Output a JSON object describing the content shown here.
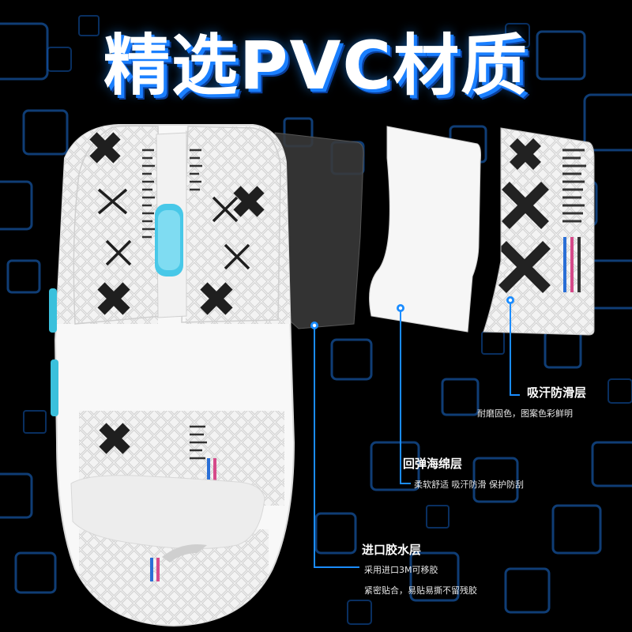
{
  "header": {
    "title": "精选PVC材质"
  },
  "layers": {
    "anti_sweat": {
      "title": "吸汗防滑层",
      "desc": "耐磨固色，图案色彩鲜明"
    },
    "sponge": {
      "title": "回弹海绵层",
      "desc": "柔软舒适 吸汗防滑 保护防刮"
    },
    "glue": {
      "title": "进口胶水层",
      "desc_line1": "采用进口3M可移胶",
      "desc_line2": "紧密贴合，易贴易撕不留残胶"
    }
  },
  "colors": {
    "accent": "#1a8cff",
    "wheel": "#48c8e8",
    "background": "#000000"
  }
}
